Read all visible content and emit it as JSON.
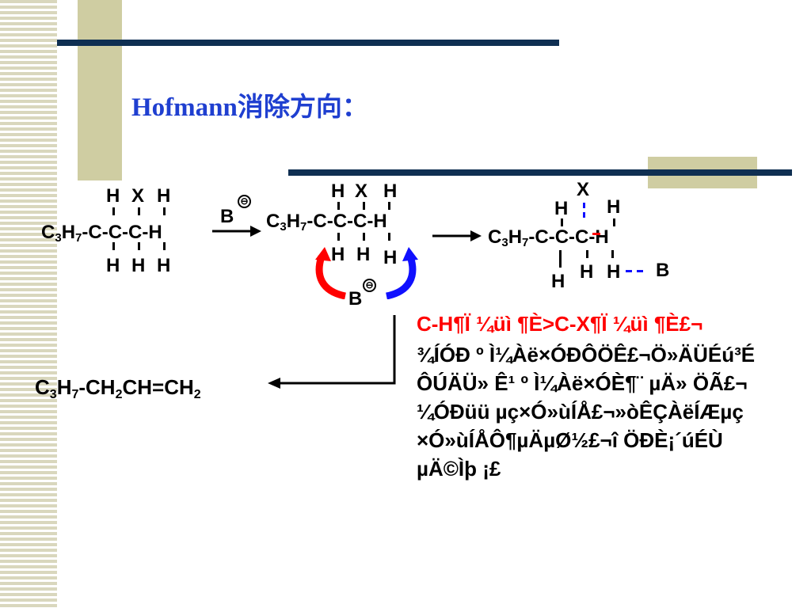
{
  "slide": {
    "title": "Hofmann消除方向：",
    "colors": {
      "title": "#1f3fd0",
      "accent_line": "#0f2f52",
      "decor": "#cfcda2",
      "arrow_red": "#ff0000",
      "arrow_blue": "#1010ff"
    }
  },
  "mol1": {
    "chain_prefix": "C",
    "sub3": "3",
    "h": "H",
    "sub7": "7",
    "chain_rest": "-C-C-C-H",
    "top_h1": "H",
    "top_x": "X",
    "top_h2": "H",
    "bot_h1": "H",
    "bot_h2": "H",
    "bot_h3": "H"
  },
  "base1": {
    "label": "B",
    "charge": "⊖"
  },
  "mol2": {
    "chain_prefix": "C",
    "sub3": "3",
    "h": "H",
    "sub7": "7",
    "chain_rest": "-C-C-C-H",
    "top_h1": "H",
    "top_x": "X",
    "top_h2": "H",
    "bot_h1": "H",
    "bot_h2": "H",
    "bot_h3": "H",
    "base_label": "B",
    "base_charge": "⊖"
  },
  "mol3": {
    "chain_prefix": "C",
    "sub3": "3",
    "h": "H",
    "sub7": "7",
    "chain_rest": "-C-C-C-H",
    "top_x": "X",
    "top_h1": "H",
    "top_h2": "H",
    "bot_h1": "H",
    "bot_h2": "H",
    "bot_h3": "H",
    "base_label": "B"
  },
  "explanation": {
    "red_line": "C-H¶Ï ¼üì ¶È>C-X¶Ï ¼üì ¶È£¬",
    "garbled_text": "¾ÍÓÐ º Ì¼Àë×ÓÐÔÖÊ£¬Ö»ÄÜÉú³É\nÔÚÄÜ» Ê¹ º Ì¼Àë×ÓÈ¶¨ µÄ» ÖÃ£¬\n¼ÓÐüü µç×Ó»ùÍÅ£¬»òÊÇÀëÍÆµç\n×Ó»ùÍÅÔ¶µÄµØ½£¬î ÖÐÈ¡´úÉÙ\nµÄ©Ìþ ¡£"
  },
  "product": {
    "p1": "C",
    "s3": "3",
    "p2": "H",
    "s7": "7",
    "p3": "-CH",
    "s2a": "2",
    "p4": "CH=CH",
    "s2b": "2"
  }
}
